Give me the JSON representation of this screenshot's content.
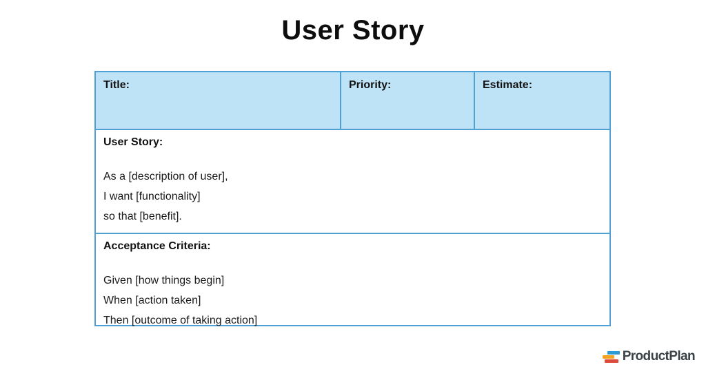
{
  "page": {
    "title": "User Story",
    "background_color": "#ffffff"
  },
  "table": {
    "border_color": "#4fa0d5",
    "header_fill_color": "#bee3f6",
    "header_cells": [
      {
        "label": "Title:"
      },
      {
        "label": "Priority:"
      },
      {
        "label": "Estimate:"
      }
    ],
    "sections": [
      {
        "heading": "User Story:",
        "lines": [
          "As a [description of user],",
          "I want [functionality]",
          "so that [benefit]."
        ]
      },
      {
        "heading": "Acceptance Criteria:",
        "lines": [
          "Given [how things begin]",
          "When [action taken]",
          "Then [outcome of taking action]"
        ]
      }
    ]
  },
  "footer": {
    "logo_text": "ProductPlan",
    "logo_colors": {
      "bar_top": "#2e9bd6",
      "bar_middle": "#f6a120",
      "bar_bottom": "#de4a3a",
      "text": "#3a4247"
    }
  }
}
